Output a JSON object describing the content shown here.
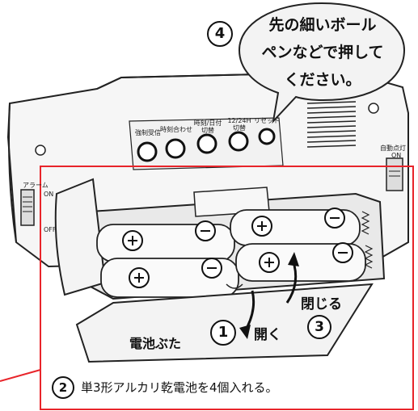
{
  "step_markers": {
    "step1": "1",
    "step2": "2",
    "step3": "3",
    "step4": "4"
  },
  "callout": {
    "line1": "先の細いボール",
    "line2": "ペンなどで押して",
    "line3": "ください。"
  },
  "buttons": {
    "b1": "強制受信",
    "b2": "時刻合わせ",
    "b3_line1": "時刻/日付",
    "b3_line2": "切替",
    "b4_line1": "12/24H",
    "b4_line2": "切替",
    "b5": "リセット"
  },
  "switches": {
    "alarm_label": "アラーム",
    "alarm_on": "ON",
    "alarm_off": "OFF",
    "auto_light_label": "自動点灯",
    "auto_light_on": "ON"
  },
  "labels": {
    "cover": "電池ぶた",
    "open": "開く",
    "close": "閉じる",
    "instruction": "単3形アルカリ乾電池を4個入れる。"
  },
  "colors": {
    "frame_red": "#e8242a",
    "outline": "#222222",
    "body_gray": "#f4f4f4"
  },
  "icons": {
    "plus": "plus-icon",
    "minus": "minus-icon"
  }
}
